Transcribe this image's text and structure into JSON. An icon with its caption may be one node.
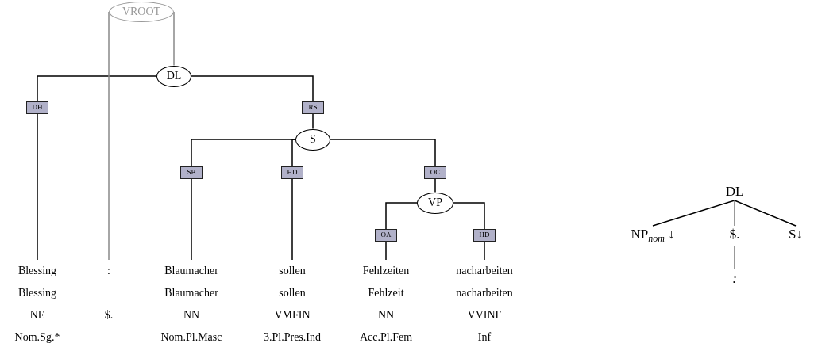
{
  "diagram": {
    "nodes": [
      {
        "text": [
          "VROOT"
        ]
      },
      {
        "text": [
          "DL"
        ]
      },
      {
        "text": [
          "S"
        ]
      },
      {
        "text": [
          "VP"
        ]
      },
      {
        "text": [
          "Blessing",
          "Blessing",
          "NE",
          "Nom.Sg.*"
        ]
      },
      {
        "text": [
          ":",
          "$."
        ]
      },
      {
        "text": [
          "Blaumacher",
          "Blaumacher",
          "NN",
          "Nom.Pl.Masc"
        ]
      },
      {
        "text": [
          "sollen",
          "sollen",
          "VMFIN",
          "3.Pl.Pres.Ind"
        ]
      },
      {
        "text": [
          "Fehlzeiten",
          "Fehlzeit",
          "NN",
          "Acc.Pl.Fem"
        ]
      },
      {
        "text": [
          "nacharbeiten",
          "nacharbeiten",
          "VVINF",
          "Inf"
        ]
      },
      {
        "text": [
          "DL"
        ]
      },
      {
        "text": [
          "NP$_{nom}$ ↓"
        ]
      },
      {
        "text": [
          "$."
        ]
      },
      {
        "text": [
          "S↓"
        ]
      },
      {
        "text": [
          ":"
        ]
      }
    ],
    "edges": [
      {
        "from": 1,
        "to": 4,
        "arrow": "none",
        "label": "DH"
      },
      {
        "from": 0,
        "to": 5,
        "arrow": "none",
        "color": "#888888"
      },
      {
        "from": 0,
        "to": 1,
        "arrow": "none",
        "color": "#888888"
      },
      {
        "from": 1,
        "to": 2,
        "arrow": "none",
        "label": "RS"
      },
      {
        "from": 2,
        "to": 6,
        "arrow": "none",
        "label": "SB"
      },
      {
        "from": 2,
        "to": 7,
        "arrow": "none",
        "label": "HD"
      },
      {
        "from": 2,
        "to": 3,
        "arrow": "none",
        "label": "OC"
      },
      {
        "from": 3,
        "to": 8,
        "arrow": "none",
        "label": "OA"
      },
      {
        "from": 3,
        "to": 9,
        "arrow": "none",
        "label": "HD"
      },
      {
        "from": 10,
        "to": 11,
        "arrow": "none"
      },
      {
        "from": 10,
        "to": 12,
        "arrow": "none",
        "color": "#777777"
      },
      {
        "from": 10,
        "to": 13,
        "arrow": "none"
      },
      {
        "from": 12,
        "to": 14,
        "arrow": "none",
        "color": "#777777"
      }
    ]
  }
}
